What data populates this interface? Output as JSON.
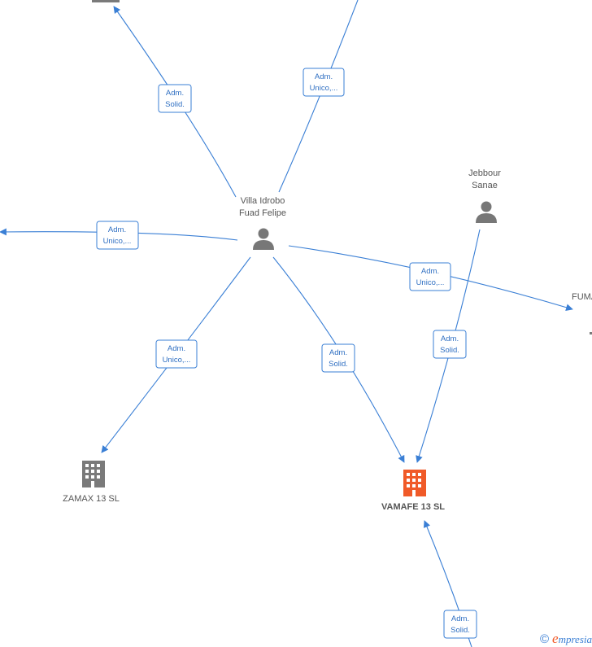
{
  "nodes": {
    "villa": {
      "line1": "Villa Idrobo",
      "line2": "Fuad Felipe"
    },
    "jebbour": {
      "line1": "Jebbour",
      "line2": "Sanae"
    },
    "zamax": {
      "label": "ZAMAX 13  SL"
    },
    "vamafe": {
      "label": "VAMAFE 13  SL"
    },
    "fuma": {
      "label": "FUMA"
    }
  },
  "edges": {
    "e_topleft": {
      "line1": "Adm.",
      "line2": "Solid."
    },
    "e_top": {
      "line1": "Adm.",
      "line2": "Unico,..."
    },
    "e_left": {
      "line1": "Adm.",
      "line2": "Unico,..."
    },
    "e_right": {
      "line1": "Adm.",
      "line2": "Unico,..."
    },
    "e_zamax": {
      "line1": "Adm.",
      "line2": "Unico,..."
    },
    "e_vamafe": {
      "line1": "Adm.",
      "line2": "Solid."
    },
    "e_jebbour": {
      "line1": "Adm.",
      "line2": "Solid."
    },
    "e_bottom": {
      "line1": "Adm.",
      "line2": "Solid."
    }
  },
  "footer": {
    "c": "©",
    "e": "e",
    "rest": "mpresia"
  },
  "colors": {
    "edge": "#3a7fd5",
    "main_company": "#f05a28",
    "node": "#777777"
  }
}
